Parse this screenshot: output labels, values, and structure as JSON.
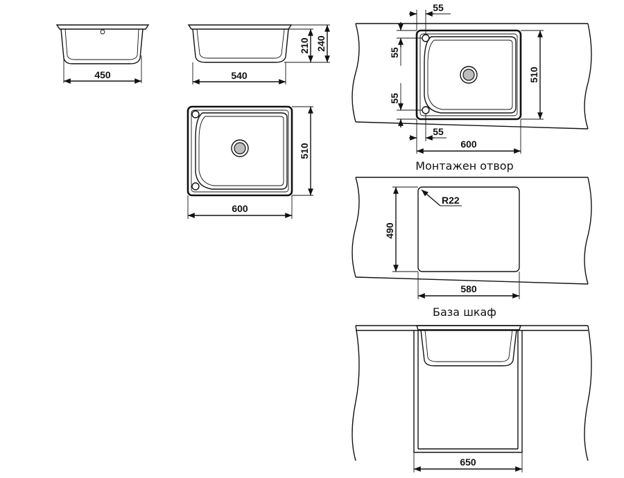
{
  "views": {
    "front": {
      "width": "450"
    },
    "side": {
      "width": "540",
      "depth_inner": "210",
      "depth_total": "240"
    },
    "top": {
      "width": "600",
      "depth": "510"
    },
    "installed": {
      "offset_top": "55",
      "offset_left_upper": "55",
      "offset_left_lower": "55",
      "offset_bottom": "55",
      "width": "600",
      "depth": "510"
    },
    "cutout": {
      "title": "Монтажен отвор",
      "radius": "R22",
      "height": "490",
      "width": "580"
    },
    "cabinet": {
      "title": "База шкаф",
      "width": "650"
    }
  }
}
